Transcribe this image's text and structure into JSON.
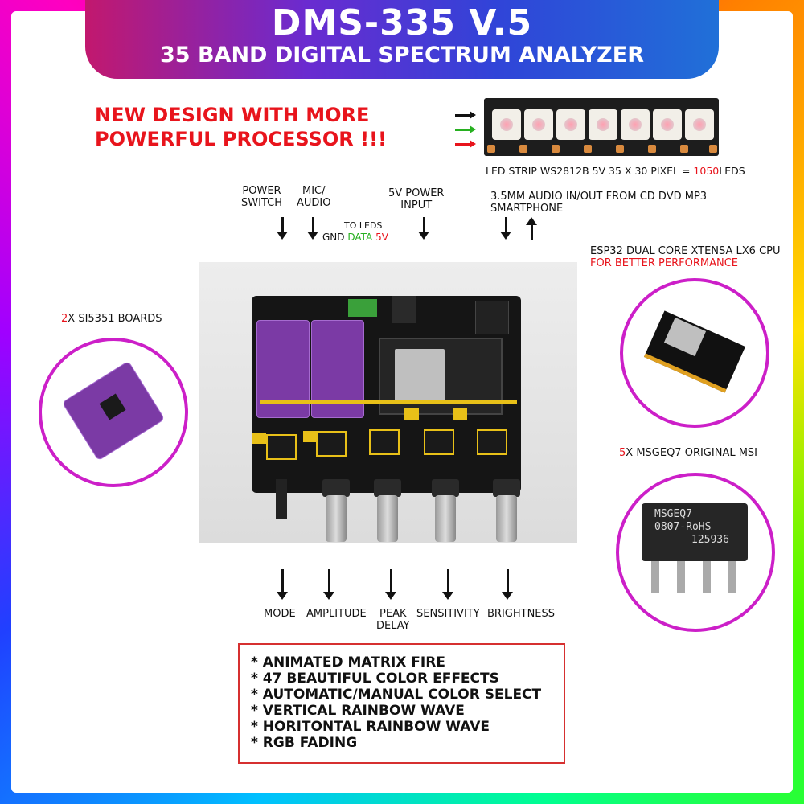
{
  "header": {
    "title": "DMS-335 V.5",
    "subtitle": "35 BAND DIGITAL SPECTRUM ANALYZER"
  },
  "headline": {
    "line1": "NEW DESIGN WITH MORE",
    "line2": "POWERFUL PROCESSOR !!!"
  },
  "led_strip": {
    "caption_prefix": "LED STRIP WS2812B 5V 35 X 30 PIXEL = ",
    "caption_number": "1050",
    "caption_suffix": "LEDS",
    "arrow_colors": [
      "#111111",
      "#27b020",
      "#e8141c"
    ]
  },
  "top_labels": {
    "power_switch_1": "POWER",
    "power_switch_2": "SWITCH",
    "mic_audio_1": "MIC/",
    "mic_audio_2": "AUDIO",
    "to_leds": "TO LEDS",
    "gnd": "GND",
    "data": "DATA",
    "v5": "5V",
    "power_input_1": "5V POWER",
    "power_input_2": "INPUT",
    "audio_io_1": "3.5MM AUDIO IN/OUT FROM  CD DVD MP3",
    "audio_io_2": "SMARTPHONE"
  },
  "right_labels": {
    "esp32_line1": "ESP32 DUAL CORE XTENSA LX6 CPU",
    "esp32_line2": "FOR BETTER PERFORMANCE",
    "msgeq7_count": "5",
    "msgeq7_text": "X MSGEQ7 ORIGINAL MSI"
  },
  "left_labels": {
    "si_count": "2",
    "si_text": "X SI5351 BOARDS"
  },
  "chip_marking": {
    "line1": "MSGEQ7",
    "line2": "0807-RoHS",
    "line3": "125936"
  },
  "controls": {
    "mode": "MODE",
    "amplitude": "AMPLITUDE",
    "peak_1": "PEAK",
    "peak_2": "DELAY",
    "sensitivity": "SENSITIVITY",
    "brightness": "BRIGHTNESS"
  },
  "features": [
    "* ANIMATED MATRIX FIRE",
    "* 47 BEAUTIFUL COLOR EFFECTS",
    "* AUTOMATIC/MANUAL COLOR SELECT",
    "* VERTICAL RAINBOW WAVE",
    "* HORITONTAL RAINBOW WAVE",
    "* RGB FADING"
  ]
}
